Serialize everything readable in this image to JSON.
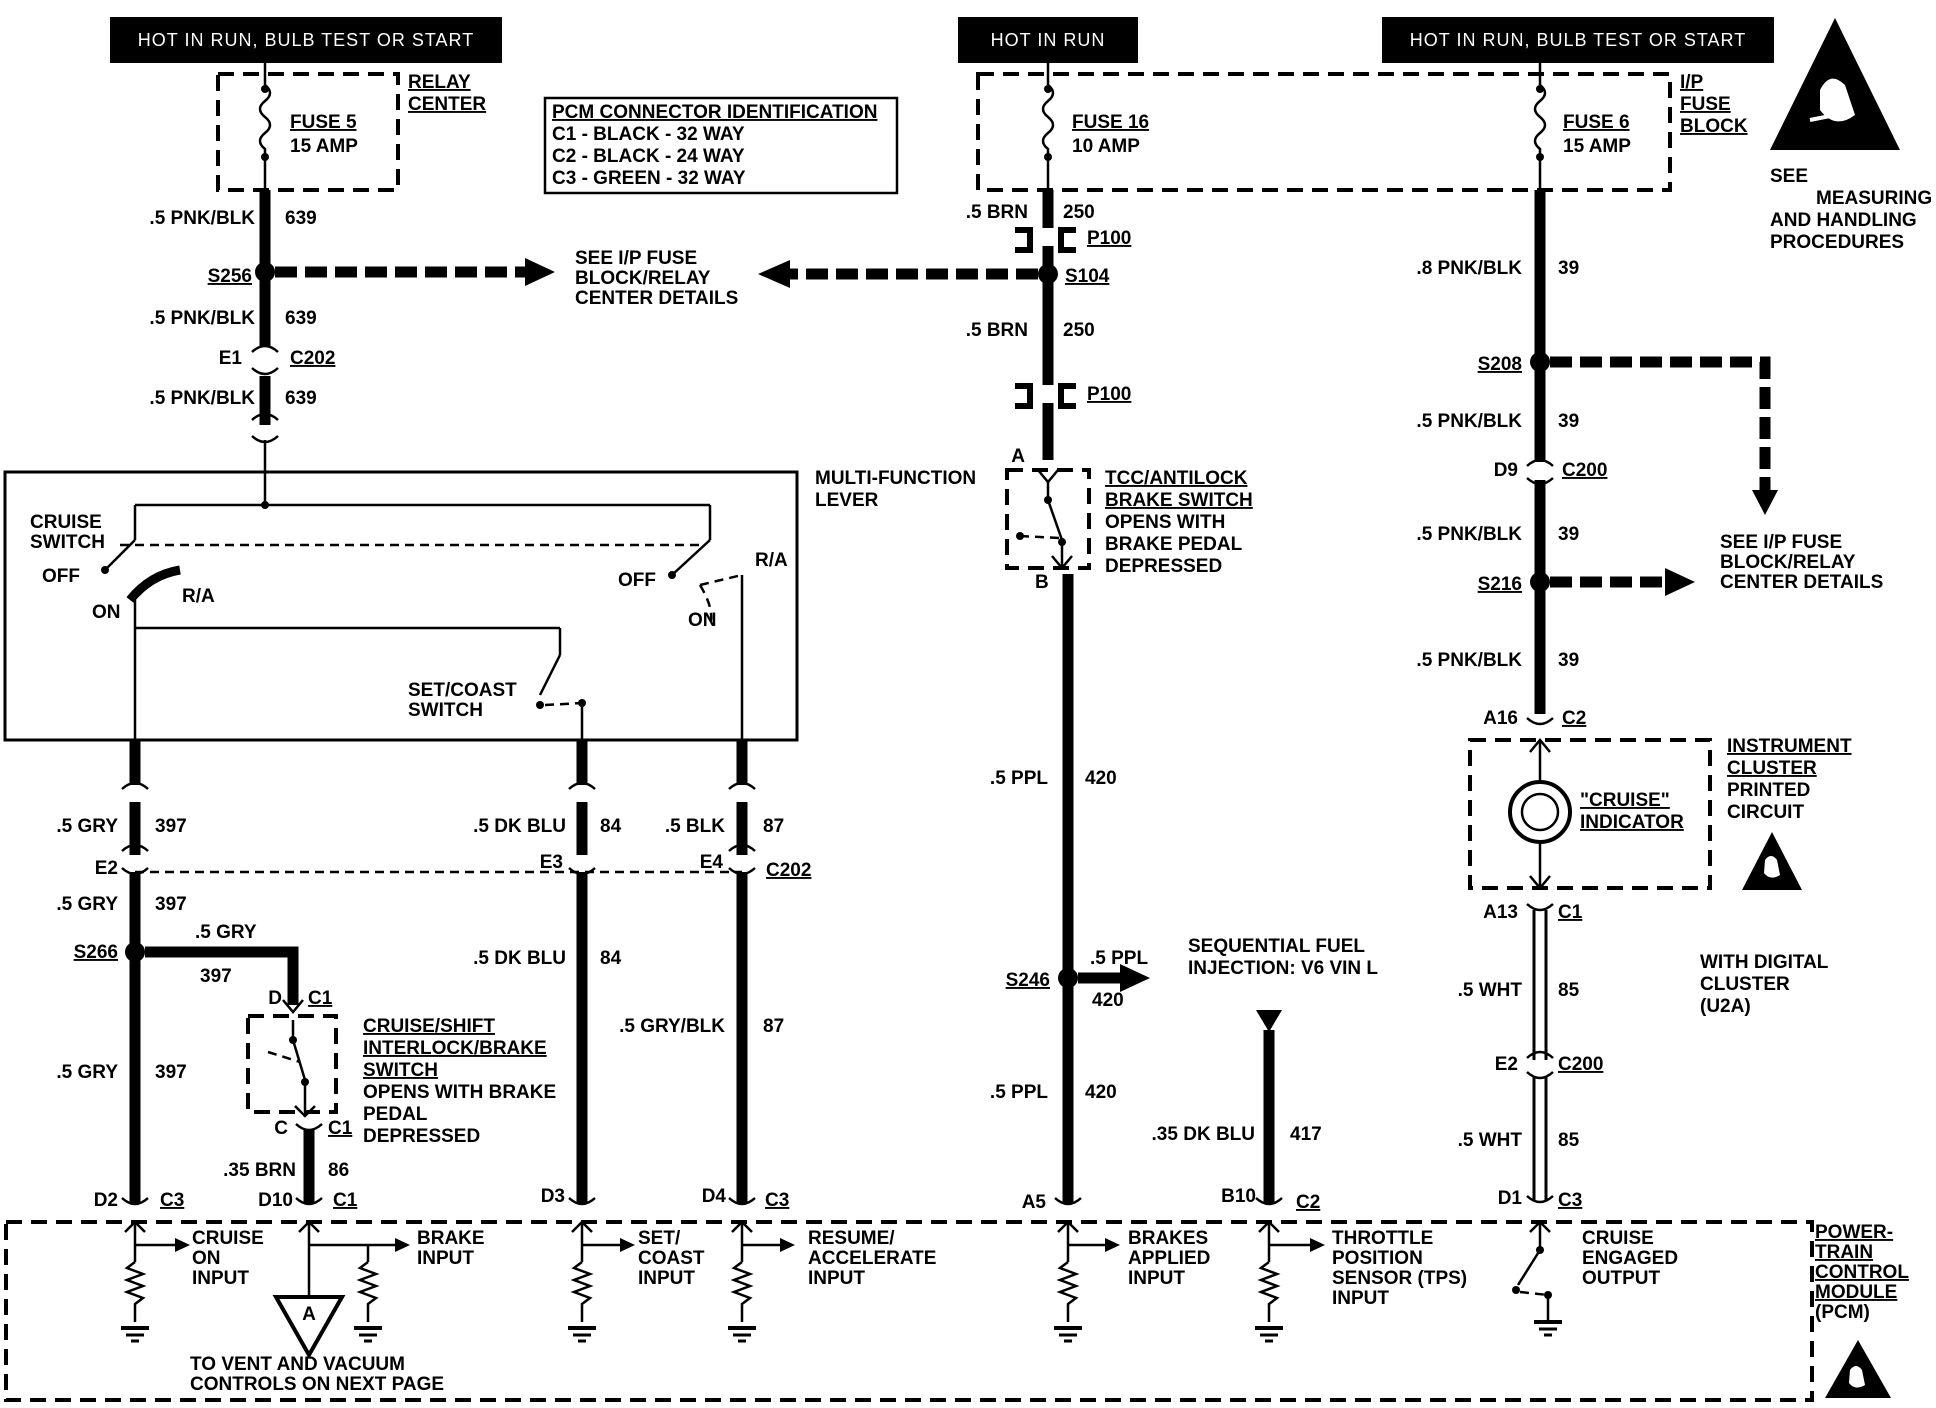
{
  "headers": {
    "left": "HOT IN RUN, BULB TEST OR START",
    "center": "HOT IN RUN",
    "right": "HOT IN RUN, BULB TEST OR START"
  },
  "fuses": {
    "fuse5": {
      "name": "FUSE 5",
      "rating": "15 AMP",
      "location": [
        "RELAY",
        "CENTER"
      ]
    },
    "fuse16": {
      "name": "FUSE 16",
      "rating": "10 AMP"
    },
    "fuse6": {
      "name": "FUSE 6",
      "rating": "15 AMP",
      "location": [
        "I/P",
        "FUSE",
        "BLOCK"
      ]
    }
  },
  "pcm_connector_id": {
    "title": "PCM CONNECTOR IDENTIFICATION",
    "lines": [
      "C1 - BLACK - 32 WAY",
      "C2 - BLACK - 24 WAY",
      "C3 - GREEN - 32 WAY"
    ]
  },
  "esd_note": [
    "SEE",
    "MEASURING",
    "AND  HANDLING",
    "PROCEDURES"
  ],
  "left_column": {
    "w1_color": ".5 PNK/BLK",
    "w1_num": "639",
    "splice": "S256",
    "see_details": [
      "SEE I/P FUSE",
      "BLOCK/RELAY",
      "CENTER DETAILS"
    ],
    "w2_color": ".5 PNK/BLK",
    "w2_num": "639",
    "pin_e1": "E1",
    "conn_c202": "C202",
    "w3_color": ".5 PNK/BLK",
    "w3_num": "639"
  },
  "lever": {
    "title": [
      "MULTI-FUNCTION",
      "LEVER"
    ],
    "cruise_switch": [
      "CRUISE",
      "SWITCH"
    ],
    "off_left": "OFF",
    "on_left": "ON",
    "ra_left": "R/A",
    "off_right": "OFF",
    "on_right": "ON",
    "ra_right": "R/A",
    "set_coast": [
      "SET/COAST",
      "SWITCH"
    ]
  },
  "lower_left": {
    "gry1_color": ".5 GRY",
    "gry1_num": "397",
    "e2": "E2",
    "gry2_color": ".5 GRY",
    "gry2_num": "397",
    "splice": "S266",
    "branch_color": ".5 GRY",
    "branch_num": "397",
    "gry3_color": ".5 GRY",
    "gry3_num": "397",
    "pin_d": "D",
    "conn_c1a": "C1",
    "switch_label": [
      "CRUISE/SHIFT",
      "INTERLOCK/BRAKE",
      "SWITCH"
    ],
    "switch_note": [
      "OPENS WITH BRAKE",
      "PEDAL",
      "DEPRESSED"
    ],
    "pin_c": "C",
    "conn_c1b": "C1",
    "brn_color": ".35 BRN",
    "brn_num": "86",
    "dkblu1_color": ".5 DK BLU",
    "dkblu1_num": "84",
    "e3": "E3",
    "dkblu2_color": ".5 DK BLU",
    "dkblu2_num": "84",
    "blk_color": ".5 BLK",
    "blk_num": "87",
    "e4": "E4",
    "conn_c202": "C202",
    "grybk_color": ".5 GRY/BLK",
    "grybk_num": "87"
  },
  "center_column": {
    "brn1_color": ".5 BRN",
    "brn1_num": "250",
    "p100a": "P100",
    "splice": "S104",
    "brn2_color": ".5 BRN",
    "brn2_num": "250",
    "p100b": "P100",
    "pin_a": "A",
    "pin_b": "B",
    "switch_label": [
      "TCC/ANTILOCK",
      "BRAKE SWITCH"
    ],
    "switch_note": [
      "OPENS WITH",
      "BRAKE PEDAL",
      "DEPRESSED"
    ],
    "ppl1_color": ".5 PPL",
    "ppl1_num": "420",
    "splice2": "S246",
    "branch_color": ".5 PPL",
    "branch_num": "420",
    "sfi": [
      "SEQUENTIAL FUEL",
      "INJECTION: V6 VIN L"
    ],
    "ppl2_color": ".5 PPL",
    "ppl2_num": "420",
    "dkblu_color": ".35 DK BLU",
    "dkblu_num": "417"
  },
  "right_column": {
    "w1_color": ".8 PNK/BLK",
    "w1_num": "39",
    "splice1": "S208",
    "w2_color": ".5 PNK/BLK",
    "w2_num": "39",
    "pin_d9": "D9",
    "conn_c200a": "C200",
    "w3_color": ".5 PNK/BLK",
    "w3_num": "39",
    "see_details": [
      "SEE I/P FUSE",
      "BLOCK/RELAY",
      "CENTER DETAILS"
    ],
    "splice2": "S216",
    "w4_color": ".5 PNK/BLK",
    "w4_num": "39",
    "pin_a16": "A16",
    "conn_c2": "C2",
    "cluster": [
      "INSTRUMENT",
      "CLUSTER",
      "PRINTED",
      "CIRCUIT"
    ],
    "indicator": [
      "\"CRUISE\"",
      "INDICATOR"
    ],
    "pin_a13": "A13",
    "conn_c1": "C1",
    "digital": [
      "WITH DIGITAL",
      "CLUSTER",
      "(U2A)"
    ],
    "wht1_color": ".5 WHT",
    "wht1_num": "85",
    "pin_e2": "E2",
    "conn_c200b": "C200",
    "wht2_color": ".5 WHT",
    "wht2_num": "85"
  },
  "pcm_pins": {
    "d2": "D2",
    "c3a": "C3",
    "d10": "D10",
    "c1": "C1",
    "d3": "D3",
    "d4": "D4",
    "c3b": "C3",
    "a5": "A5",
    "b10": "B10",
    "c2": "C2",
    "d1": "D1",
    "c3c": "C3"
  },
  "pcm": {
    "label": [
      "POWER-",
      "TRAIN",
      "CONTROL",
      "MODULE",
      "(PCM)"
    ],
    "inputs": {
      "cruise_on": [
        "CRUISE",
        "ON",
        "INPUT"
      ],
      "brake": [
        "BRAKE",
        "INPUT"
      ],
      "set_coast": [
        "SET/",
        "COAST",
        "INPUT"
      ],
      "resume": [
        "RESUME/",
        "ACCELERATE",
        "INPUT"
      ],
      "brakes_applied": [
        "BRAKES",
        "APPLIED",
        "INPUT"
      ],
      "tps": [
        "THROTTLE",
        "POSITION",
        "SENSOR (TPS)",
        "INPUT"
      ],
      "cruise_engaged": [
        "CRUISE",
        "ENGAGED",
        "OUTPUT"
      ]
    },
    "ref_letter": "A",
    "to_vent": [
      "TO VENT AND VACUUM",
      "CONTROLS ON NEXT PAGE"
    ]
  }
}
